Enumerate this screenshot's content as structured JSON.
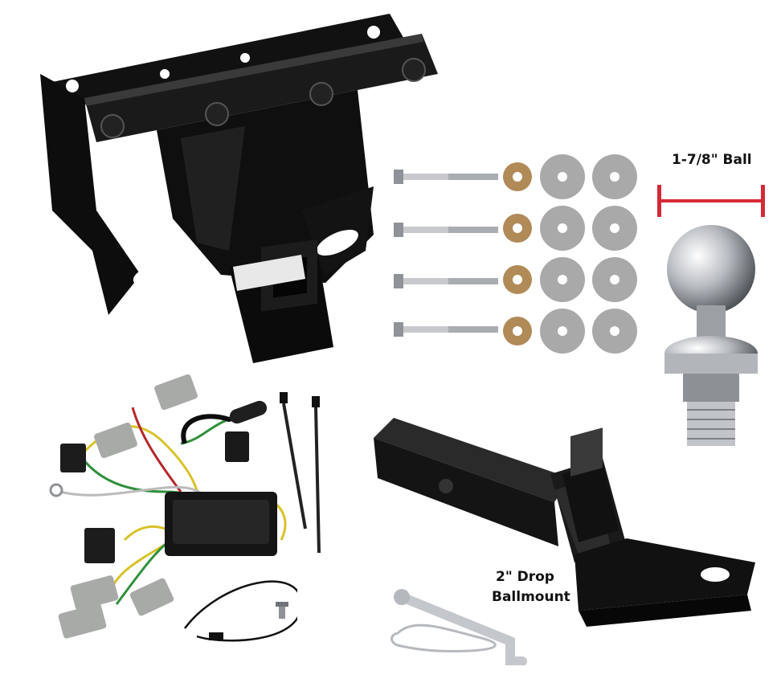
{
  "labels": {
    "ball_size": "1-7/8\" Ball",
    "ballmount_line1": "2\" Drop",
    "ballmount_line2": "Ballmount"
  },
  "colors": {
    "dimension_bar": "#d42a36",
    "hitch_black": "#0d0d0d",
    "chrome": "#c9ccd0",
    "washer_gray": "#a9a9a9",
    "washer_bronze": "#b08a57",
    "wire_yellow": "#d8c228",
    "wire_green": "#2f8f3a",
    "wire_red": "#b5262a",
    "connector_gray": "#a8aaa8"
  },
  "items": [
    "receiver-hitch",
    "mounting-bolts",
    "hitch-ball",
    "wiring-harness",
    "cable-ties",
    "ballmount",
    "hitch-pin-clip"
  ]
}
